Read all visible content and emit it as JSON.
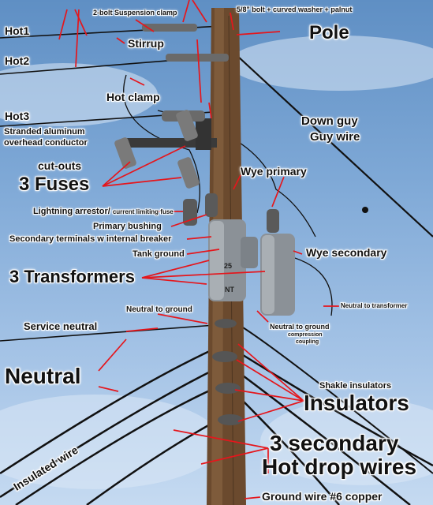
{
  "labels": {
    "bolt": "5/8\" bolt + curved washer + palnut",
    "suspension_clamp": "2-bolt Suspension clamp",
    "hot1": "Hot1",
    "stirrup": "Stirrup",
    "pole": "Pole",
    "hot2": "Hot2",
    "hot_clamp": "Hot clamp",
    "hot3": "Hot3",
    "conductor_line1": "Stranded aluminum",
    "conductor_line2": "overhead conductor",
    "down_guy": "Down guy",
    "guy_wire": "Guy wire",
    "cutouts": "cut-outs",
    "fuses": "3 Fuses",
    "wye_primary": "Wye primary",
    "lightning_arrestor": "Lightning arrestor/",
    "current_limiting_fuse": "current limiting fuse",
    "primary_bushing": "Primary bushing",
    "secondary_terminals": "Secondary terminals w internal breaker",
    "tank_ground": "Tank ground",
    "wye_secondary": "Wye secondary",
    "transformers": "3 Transformers",
    "neutral_to_transformer": "Neutral to transformer",
    "neutral_to_ground": "Neutral to ground",
    "service_neutral": "Service neutral",
    "neutral_to_ground_2": "Neutral to ground",
    "compression_coupling_line1": "compression",
    "compression_coupling_line2": "coupling",
    "neutral": "Neutral",
    "shakle_insulators": "Shakle insulators",
    "insulators": "Insulators",
    "secondary_line1": "3 secondary",
    "secondary_line2": "Hot drop wires",
    "insulated_wire": "Insulated wire",
    "ground_wire": "Ground wire #6 copper"
  },
  "pole_tag": {
    "number": "25",
    "letters": "NT"
  }
}
